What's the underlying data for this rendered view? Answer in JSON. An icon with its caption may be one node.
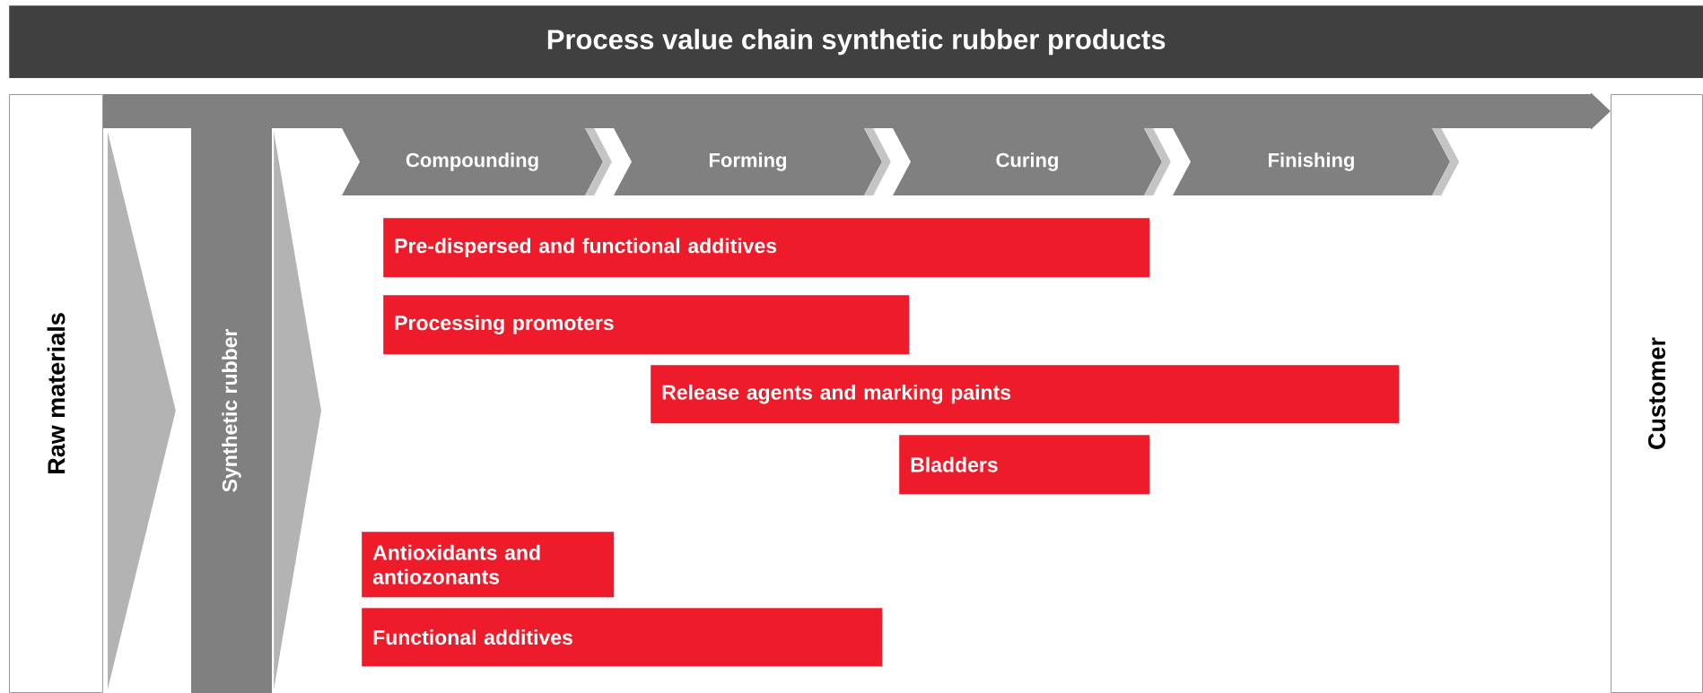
{
  "diagram": {
    "title": "Process value chain synthetic rubber products",
    "nodes": [
      {
        "text": [
          "Raw materials"
        ]
      },
      {
        "text": [
          "Synthetic rubber"
        ]
      },
      {
        "text": [
          "Compounding"
        ]
      },
      {
        "text": [
          "Forming"
        ]
      },
      {
        "text": [
          "Curing"
        ]
      },
      {
        "text": [
          "Finishing"
        ]
      },
      {
        "text": [
          "Pre-dispersed and functional additives"
        ]
      },
      {
        "text": [
          "Processing promoters"
        ]
      },
      {
        "text": [
          "Release agents and marking paints"
        ]
      },
      {
        "text": [
          "Bladders"
        ]
      },
      {
        "text": [
          "Antioxidants and antiozonants"
        ]
      },
      {
        "text": [
          "Functional additives"
        ]
      },
      {
        "text": [
          "Customer"
        ]
      }
    ],
    "edges": [
      {
        "from": 0,
        "to": 1,
        "arrow": "to"
      },
      {
        "from": 1,
        "to": null,
        "arrow": "to"
      },
      {
        "from": 0,
        "to": 12,
        "arrow": "to"
      },
      {
        "from": 2,
        "to": 3,
        "arrow": "to"
      },
      {
        "from": 3,
        "to": 4,
        "arrow": "to"
      },
      {
        "from": 4,
        "to": 5,
        "arrow": "to"
      },
      {
        "from": 5,
        "to": null,
        "arrow": "to"
      }
    ]
  }
}
